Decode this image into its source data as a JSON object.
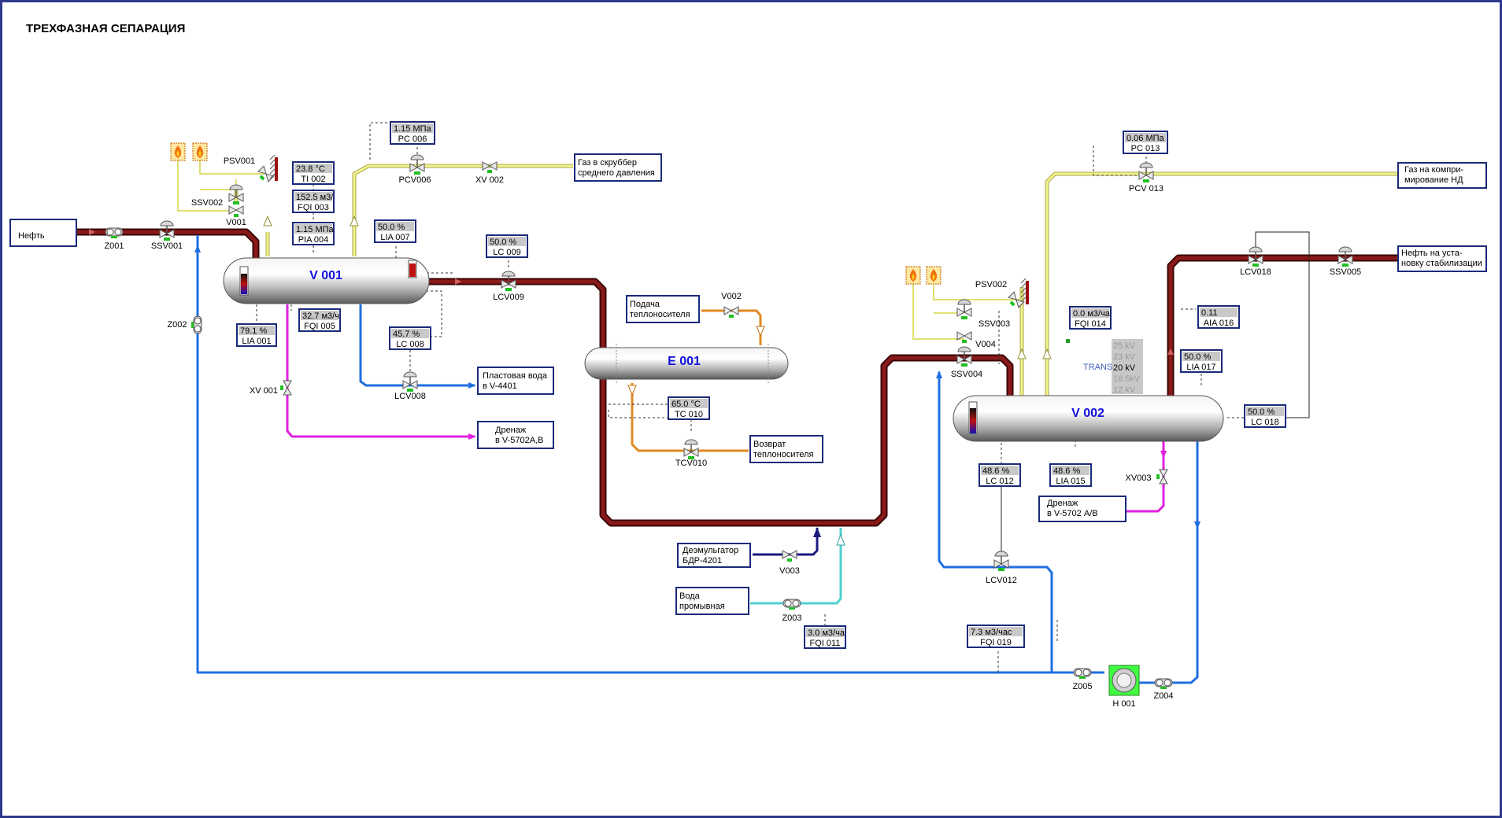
{
  "title": "ТРЕХФАЗНАЯ СЕПАРАЦИЯ",
  "colors": {
    "frame": "#2d3a8c",
    "oil": "#7a1010",
    "gas": "#f0f07a",
    "water": "#1f6fe0",
    "drain": "#e020e0",
    "heat": "#e08a20",
    "demulsifier": "#1a1a80",
    "wash_water": "#50d0d0",
    "vessel_label": "#1010e0"
  },
  "vessels": {
    "v001": "V 001",
    "e001": "E 001",
    "v002": "V 002"
  },
  "pump": {
    "label": "H 001"
  },
  "valves": {
    "z001": "Z001",
    "ssv001": "SSV001",
    "z002": "Z002",
    "psv001": "PSV001",
    "ssv002": "SSV002",
    "v001": "V001",
    "pcv006": "PCV006",
    "xv002": "XV 002",
    "lcv009": "LCV009",
    "lcv008": "LCV008",
    "xv001": "XV 001",
    "v002": "V002",
    "tcv010": "TCV010",
    "v003": "V003",
    "z003": "Z003",
    "psv002": "PSV002",
    "ssv003": "SSV003",
    "v004": "V004",
    "ssv004": "SSV004",
    "pcv013": "PCV 013",
    "lcv018": "LCV018",
    "ssv005": "SSV005",
    "xv003": "XV003",
    "lcv012": "LCV012",
    "z005": "Z005",
    "z004": "Z004"
  },
  "instruments": {
    "pc006": {
      "value": "1.15 МПа",
      "tag": "PC 006"
    },
    "ti002": {
      "value": "23.8 °C",
      "tag": "TI 002"
    },
    "fqi003": {
      "value": "152.5 м3/",
      "tag": "FQI 003"
    },
    "pia004": {
      "value": "1.15 МПа",
      "tag": "PIA 004"
    },
    "lia007": {
      "value": "50.0 %",
      "tag": "LIA 007"
    },
    "lc009": {
      "value": "50.0 %",
      "tag": "LC 009"
    },
    "lia001": {
      "value": "79.1 %",
      "tag": "LIA 001"
    },
    "fqi005": {
      "value": "32.7 м3/ч",
      "tag": "FQI 005"
    },
    "lc008": {
      "value": "45.7 %",
      "tag": "LC 008"
    },
    "tc010": {
      "value": "65.0 °C",
      "tag": "TC 010"
    },
    "fqi011": {
      "value": "3.0 м3/ча",
      "tag": "FQI 011"
    },
    "pc013": {
      "value": "0.06 МПа",
      "tag": "PC 013"
    },
    "fqi014": {
      "value": "0.0 м3/ча",
      "tag": "FQI 014"
    },
    "aia016": {
      "value": "0.11",
      "tag": "AIA 016"
    },
    "lia017": {
      "value": "50.0 %",
      "tag": "LIA 017"
    },
    "lc018": {
      "value": "50.0 %",
      "tag": "LC 018"
    },
    "lc012": {
      "value": "48.6 %",
      "tag": "LC 012"
    },
    "lia015": {
      "value": "48.6 %",
      "tag": "LIA 015"
    },
    "fqi019": {
      "value": "7.3 м3/час",
      "tag": "FQI 019"
    }
  },
  "streams": {
    "oil_in": "Нефть",
    "gas_mid_1": "Газ в скруббер",
    "gas_mid_2": "среднего давления",
    "water_1": "Пластовая вода",
    "water_2": "в V-4401",
    "drain1_1": "Дренаж",
    "drain1_2": "в V-5702А,В",
    "heat_in_1": "Подача",
    "heat_in_2": "теплоносителя",
    "heat_out_1": "Возврат",
    "heat_out_2": "теплоносителя",
    "demuls_1": "Деэмульгатор",
    "demuls_2": "БДР-4201",
    "wash_1": "Вода",
    "wash_2": "промывная",
    "gas_lp_1": "Газ на компри-",
    "gas_lp_2": "мирование НД",
    "oil_out_1": "Нефть на уста-",
    "oil_out_2": "новку стабилизации",
    "drain2_1": "Дренаж",
    "drain2_2": "в V-5702 А/В"
  },
  "trans": {
    "label": "TRANS",
    "rows": [
      "25 kV",
      "23 kV",
      "20 kV",
      "16.5kV",
      "12 kV"
    ],
    "active": "20 kV"
  }
}
